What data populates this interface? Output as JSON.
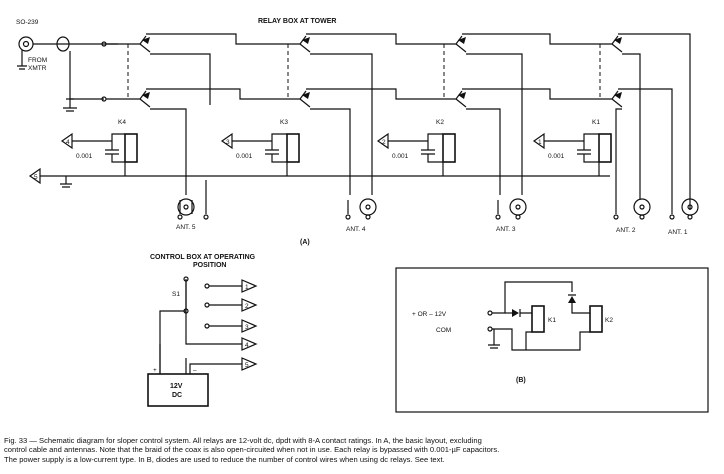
{
  "figure": {
    "caption_lines": [
      "Fig. 33 — Schematic diagram for sloper control system. All relays are 12-volt dc, dpdt with 8-A contact ratings. In A, the basic layout, excluding",
      "control cable and antennas. Note that the braid of the coax is also open-circuited when not in use. Each relay is bypassed with 0.001-µF capacitors.",
      "The power supply is a low-current type. In B, diodes are used to reduce the number of control wires when using dc relays. See text."
    ]
  },
  "diagram_a": {
    "title": "RELAY BOX AT TOWER",
    "connector": "SO-239",
    "from_label_1": "FROM",
    "from_label_2": "XMTR",
    "panel_label": "(A)",
    "relays": [
      {
        "name": "K4",
        "terminal": "4",
        "cap": "0.001",
        "ant": "ANT. 5"
      },
      {
        "name": "K3",
        "terminal": "3",
        "cap": "0.001",
        "ant": "ANT. 4"
      },
      {
        "name": "K2",
        "terminal": "2",
        "cap": "0.001",
        "ant": "ANT. 3"
      },
      {
        "name": "K1",
        "terminal": "1",
        "cap": "0.001",
        "ant": "ANT. 2"
      }
    ],
    "last_ant": "ANT. 1",
    "common_terminal": "5"
  },
  "control_box": {
    "title_1": "CONTROL BOX AT OPERATING",
    "title_2": "POSITION",
    "switch": "S1",
    "outputs": [
      "1",
      "2",
      "3",
      "4",
      "5"
    ],
    "supply_1": "12V",
    "supply_2": "DC",
    "plus": "+",
    "minus": "–"
  },
  "diagram_b": {
    "input_label": "+ OR – 12V",
    "com_label": "COM",
    "relay_1": "K1",
    "relay_2": "K2",
    "panel_label": "(B)"
  }
}
